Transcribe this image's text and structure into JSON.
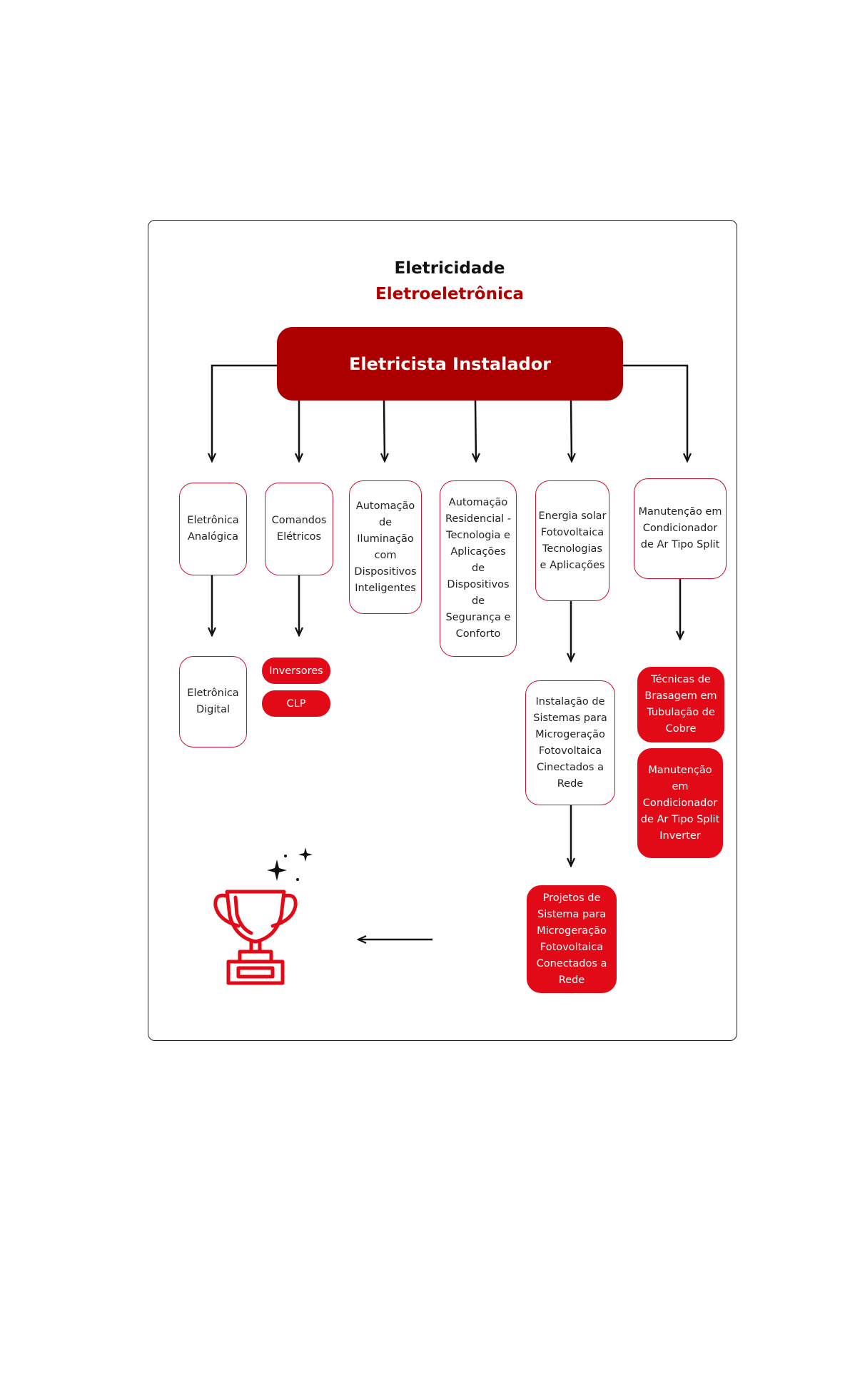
{
  "title": "Eletricidade",
  "subtitle": "Eletroeletrônica",
  "root": "Eletricista Instalador",
  "branches": {
    "eletronica_analogica": "Eletrônica Analógica",
    "comandos_eletricos": "Comandos Elétricos",
    "automacao_iluminacao": "Automação de Iluminação com Dispositivos Inteligentes",
    "automacao_residencial": "Automação Residencial - Tecnologia e Aplicações de Dispositivos de Segurança e Conforto",
    "energia_solar": "Energia solar Fotovoltaica Tecnologias e Aplicações",
    "manutencao_split": "Manutenção em Condicionador de Ar Tipo Split"
  },
  "next": {
    "eletronica_digital": "Eletrônica Digital",
    "inversores": "Inversores",
    "clp": "CLP",
    "instalacao_microgeracao": "Instalação de Sistemas para Microgeração Fotovoltaica Cinectados a Rede",
    "tecnicas_brasagem": "Técnicas de Brasagem em Tubulação de Cobre",
    "manutencao_split_inverter": "Manutenção em Condicionador de Ar Tipo Split Inverter",
    "projetos_microgeracao": "Projetos de Sistema para Microgeração Fotovoltaica Conectados a Rede"
  },
  "icons": {
    "trophy": "trophy-icon",
    "sparkles": "sparkles-icon"
  },
  "colors": {
    "dark_red": "#ac0000",
    "red": "#e10a16",
    "title_red": "#b00000"
  }
}
